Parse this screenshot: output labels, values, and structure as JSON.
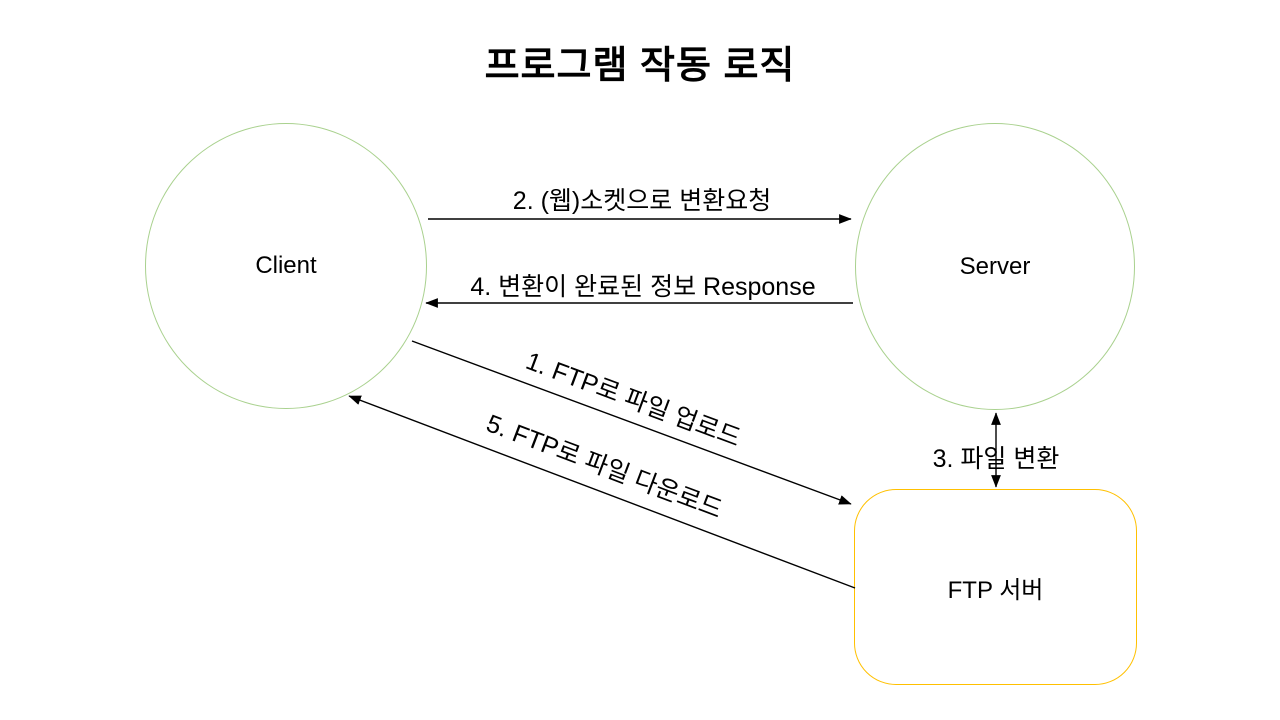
{
  "title": "프로그램 작동 로직",
  "colors": {
    "background": "#ffffff",
    "node_border_green": "#A9D18E",
    "ftp_border_orange": "#FFC000",
    "arrow": "#000000",
    "text": "#000000"
  },
  "nodes": {
    "client": {
      "label": "Client",
      "shape": "circle"
    },
    "server": {
      "label": "Server",
      "shape": "circle"
    },
    "ftp": {
      "label": "FTP 서버",
      "shape": "rounded-rectangle"
    }
  },
  "edges": {
    "upload": {
      "label": "1. FTP로 파일 업로드",
      "from": "client",
      "to": "ftp",
      "bidirectional": false
    },
    "socket": {
      "label": "2. (웹)소켓으로 변환요청",
      "from": "client",
      "to": "server",
      "bidirectional": false
    },
    "convert": {
      "label": "3. 파일 변환",
      "from": "server",
      "to": "ftp",
      "bidirectional": true
    },
    "response": {
      "label": "4. 변환이 완료된 정보 Response",
      "from": "server",
      "to": "client",
      "bidirectional": false
    },
    "download": {
      "label": "5. FTP로 파일 다운로드",
      "from": "ftp",
      "to": "client",
      "bidirectional": false
    }
  }
}
